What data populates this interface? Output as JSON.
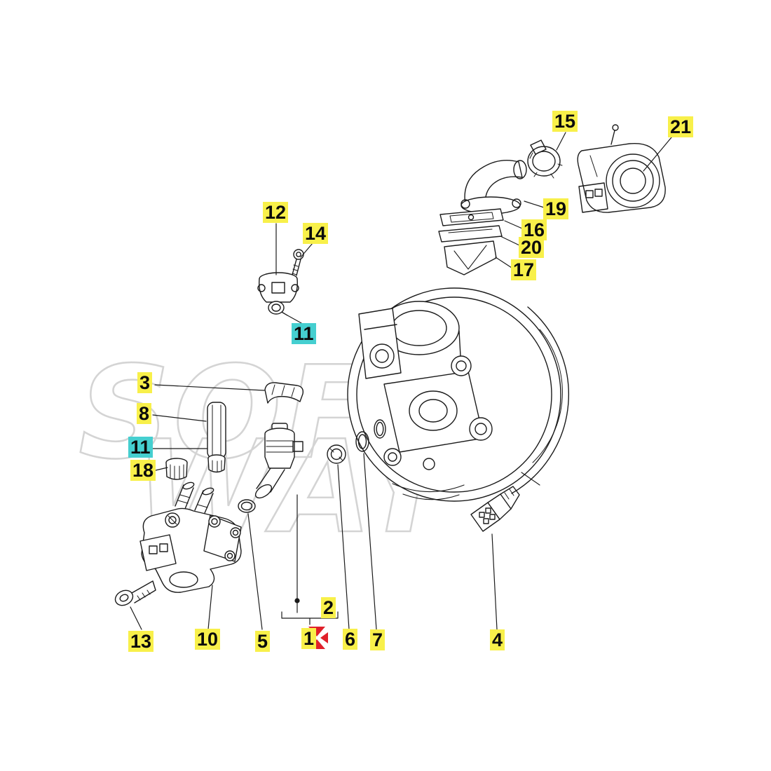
{
  "watermark": {
    "line1": "SOFT",
    "line2": "WAY"
  },
  "colors": {
    "highlight_yellow": "#f8f04a",
    "highlight_cyan": "#45cfd0",
    "line": "#1b1b1b",
    "logo_red": "#e0202a",
    "watermark_gray": "#d2d2d2",
    "background": "#ffffff"
  },
  "callouts": [
    {
      "label": "15",
      "highlight": "yellow"
    },
    {
      "label": "21",
      "highlight": "yellow"
    },
    {
      "label": "19",
      "highlight": "yellow"
    },
    {
      "label": "16",
      "highlight": "yellow"
    },
    {
      "label": "20",
      "highlight": "yellow"
    },
    {
      "label": "17",
      "highlight": "yellow"
    },
    {
      "label": "12",
      "highlight": "yellow"
    },
    {
      "label": "14",
      "highlight": "yellow"
    },
    {
      "label": "11",
      "highlight": "cyan"
    },
    {
      "label": "3",
      "highlight": "yellow"
    },
    {
      "label": "8",
      "highlight": "yellow"
    },
    {
      "label": "11",
      "highlight": "cyan"
    },
    {
      "label": "18",
      "highlight": "yellow"
    },
    {
      "label": "13",
      "highlight": "yellow"
    },
    {
      "label": "10",
      "highlight": "yellow"
    },
    {
      "label": "5",
      "highlight": "yellow"
    },
    {
      "label": "1",
      "highlight": "yellow"
    },
    {
      "label": "2",
      "highlight": "yellow"
    },
    {
      "label": "6",
      "highlight": "yellow"
    },
    {
      "label": "7",
      "highlight": "yellow"
    },
    {
      "label": "4",
      "highlight": "yellow"
    }
  ]
}
